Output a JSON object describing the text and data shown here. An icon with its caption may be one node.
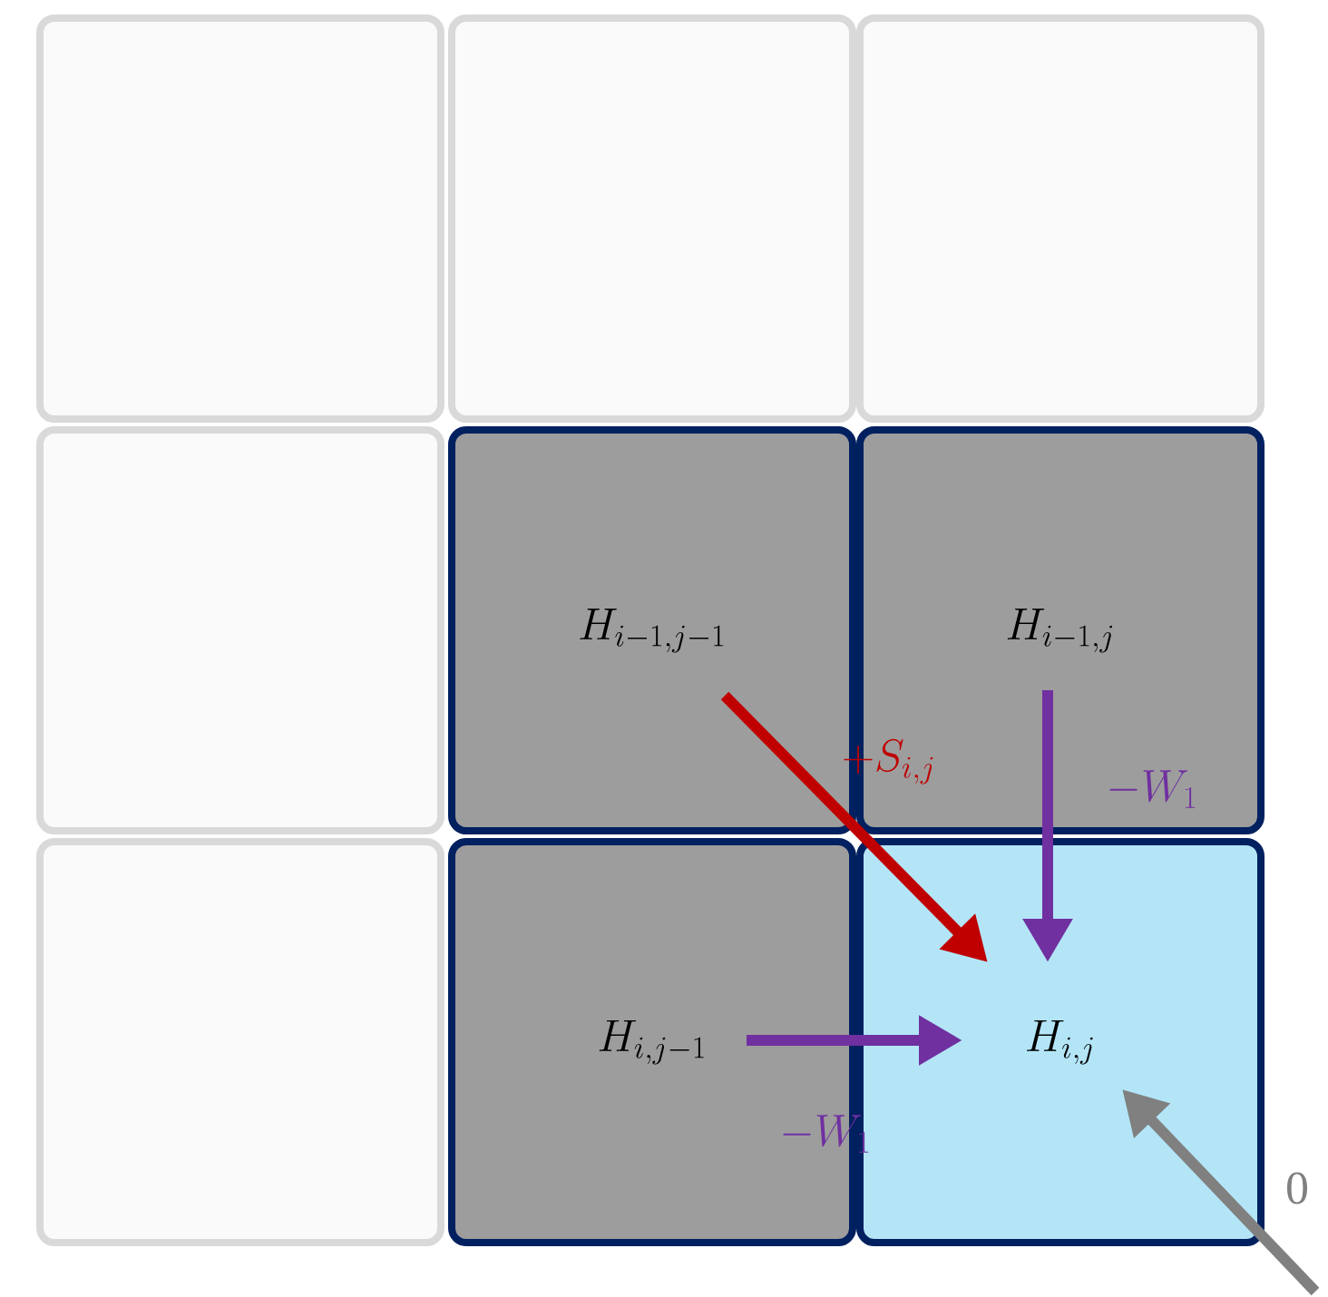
{
  "diagram": {
    "nodes": [
      {
        "text": [],
        "shape": "box"
      },
      {
        "text": [],
        "shape": "box"
      },
      {
        "text": [],
        "shape": "box"
      },
      {
        "text": [],
        "shape": "box"
      },
      {
        "text": [
          "H_{i-1,j-1}"
        ]
      },
      {
        "text": [
          "H_{i-1,j}"
        ]
      },
      {
        "text": [],
        "shape": "box"
      },
      {
        "text": [
          "H_{i,j-1}"
        ]
      },
      {
        "text": [
          "H_{i,j}"
        ]
      }
    ],
    "edges": [
      {
        "from": 4,
        "to": 8,
        "arrow": "to",
        "label": "+S_{i,j}",
        "color": "#c00000"
      },
      {
        "from": 5,
        "to": 8,
        "arrow": "to",
        "label": "-W_1",
        "color": "#7030a0"
      },
      {
        "from": 7,
        "to": 8,
        "arrow": "to",
        "label": "-W_1",
        "color": "#7030a0"
      },
      {
        "from": null,
        "to": 8,
        "arrow": "to",
        "label": "0",
        "color": "#808080"
      }
    ]
  }
}
